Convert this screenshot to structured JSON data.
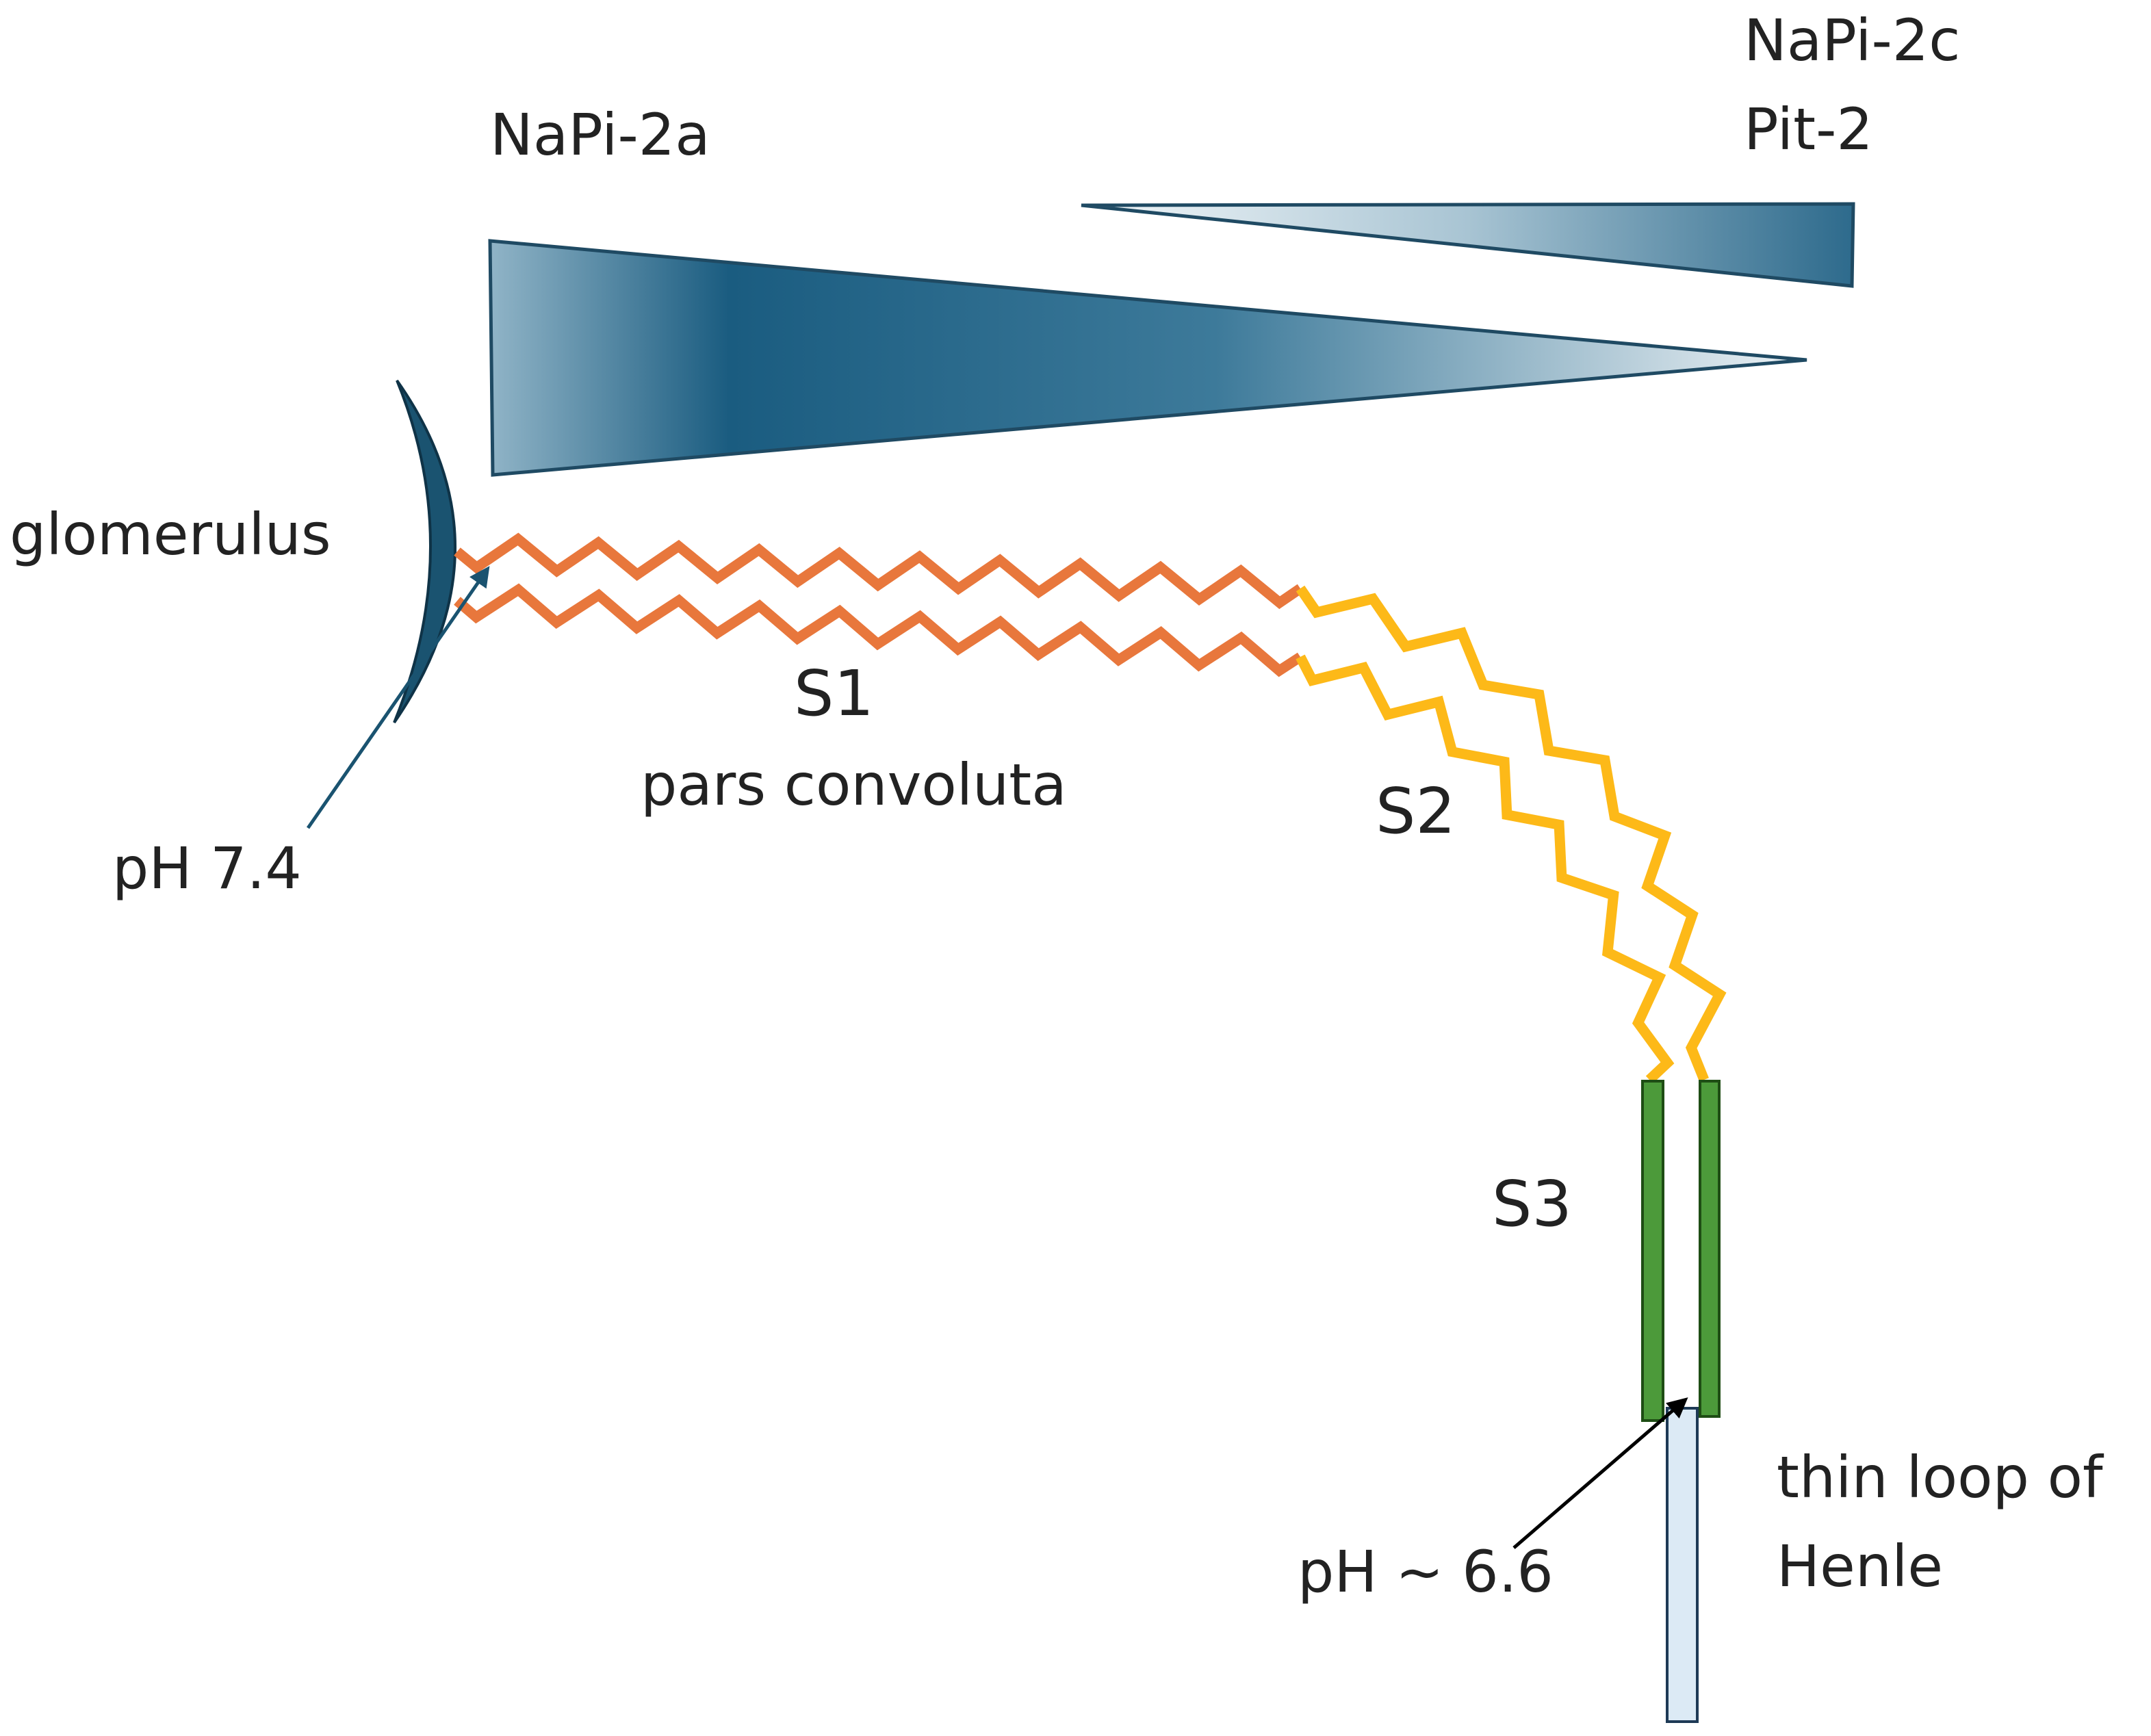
{
  "labels": {
    "napi_2a": "NaPi-2a",
    "napi_2c": "NaPi-2c",
    "pit_2": "Pit-2",
    "glomerulus": "glomerulus",
    "s1": "S1",
    "pars_convoluta": "pars convoluta",
    "s2": "S2",
    "s3": "S3",
    "ph_start": "pH 7.4",
    "ph_end": "pH ~ 6.6",
    "thin_loop_line1": "thin loop of",
    "thin_loop_line2": "Henle"
  },
  "colors": {
    "triangle_dark": "#175a7e",
    "triangle_light": "#e6eef3",
    "glomerulus": "#1a5370",
    "s1_tubule": "#e8773c",
    "s2_tubule": "#fdb918",
    "s3_tubule": "#4c9a3a",
    "s3_border": "#1e4d14",
    "henle_fill": "#dceaf5",
    "henle_border": "#1e3a56",
    "arrow_ph_start": "#1a5370",
    "arrow_ph_end": "#000000"
  }
}
